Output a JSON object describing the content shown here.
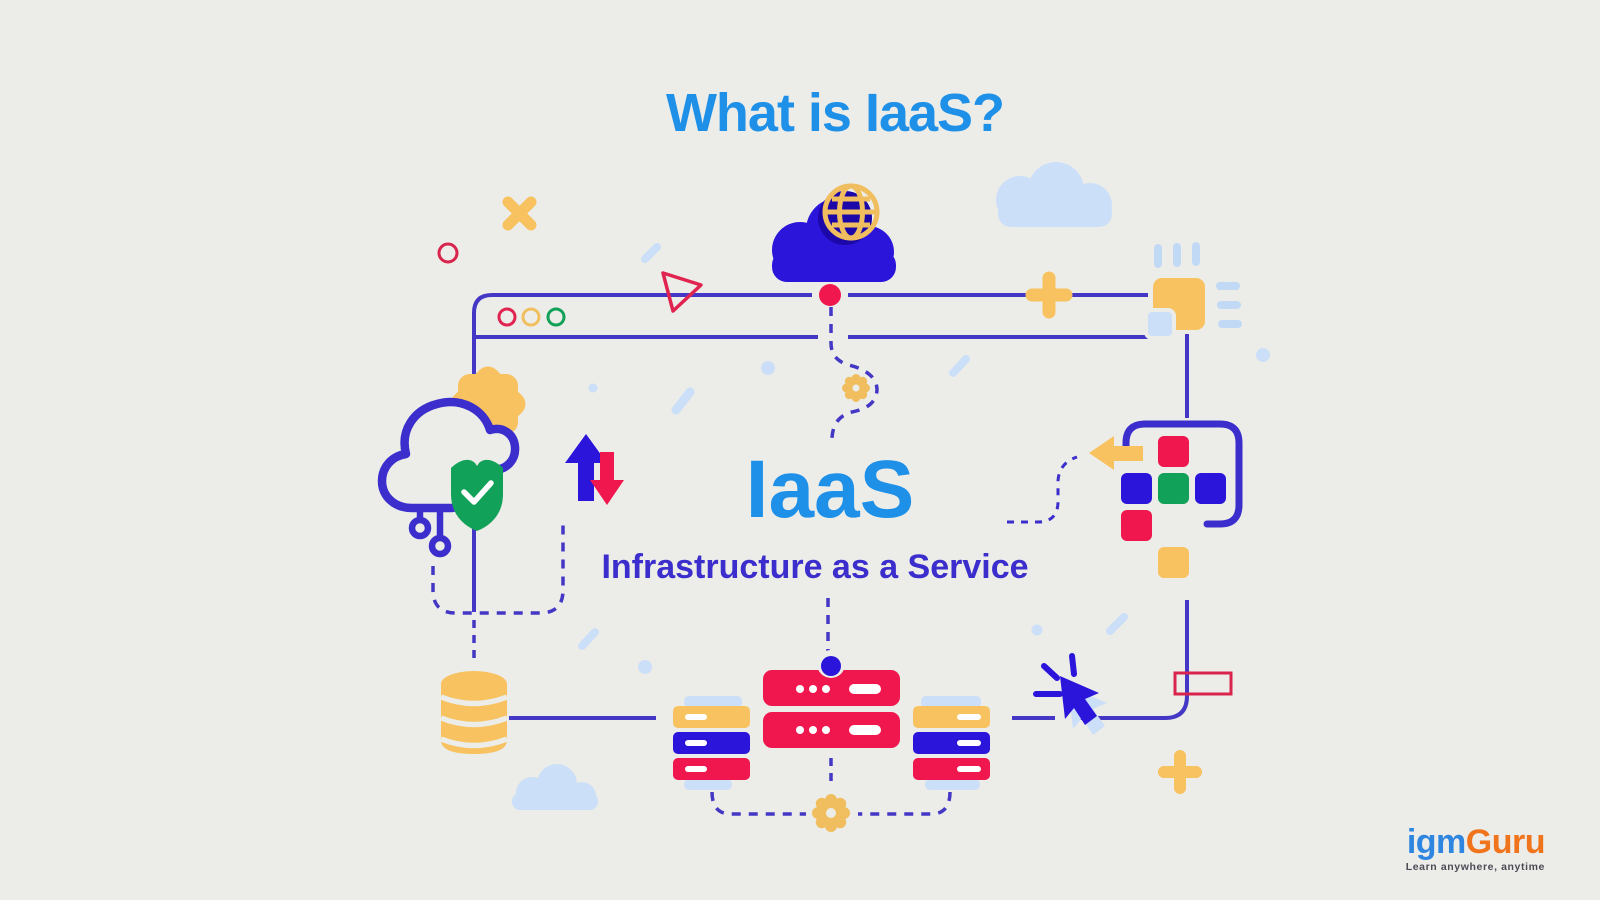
{
  "title": "What is IaaS?",
  "diagram": {
    "acronym": "IaaS",
    "full_name": "Infrastructure as a Service"
  },
  "logo": {
    "prefix": "igm",
    "suffix": "Guru",
    "tagline": "Learn anywhere, anytime"
  },
  "colors": {
    "background": "#ECEDE9",
    "title_blue": "#1E90E8",
    "indigo_text": "#3B2ECC",
    "indigo_fill": "#2B15DB",
    "line_indigo": "#4537C5",
    "red_fill": "#F0164E",
    "red_outline": "#D9244C",
    "yellow": "#F7C25F",
    "green": "#12A158",
    "light_blue": "#CCDFF8",
    "logo_blue": "#2E86E0",
    "logo_orange": "#F0741C"
  },
  "icons": [
    "cloud-globe-icon",
    "globe-icon",
    "browser-window",
    "window-control-dots",
    "play-triangle-icon",
    "plus-icon",
    "gear-icon",
    "cloud-security-icon",
    "shield-check-icon",
    "upload-download-arrows-icon",
    "app-grid-icon",
    "arrow-left-icon",
    "database-icon",
    "main-server-icon",
    "server-stack-left",
    "server-stack-right",
    "settings-gear-icon",
    "cursor-click-icon",
    "app-square-icon",
    "cross-mark-icon"
  ]
}
